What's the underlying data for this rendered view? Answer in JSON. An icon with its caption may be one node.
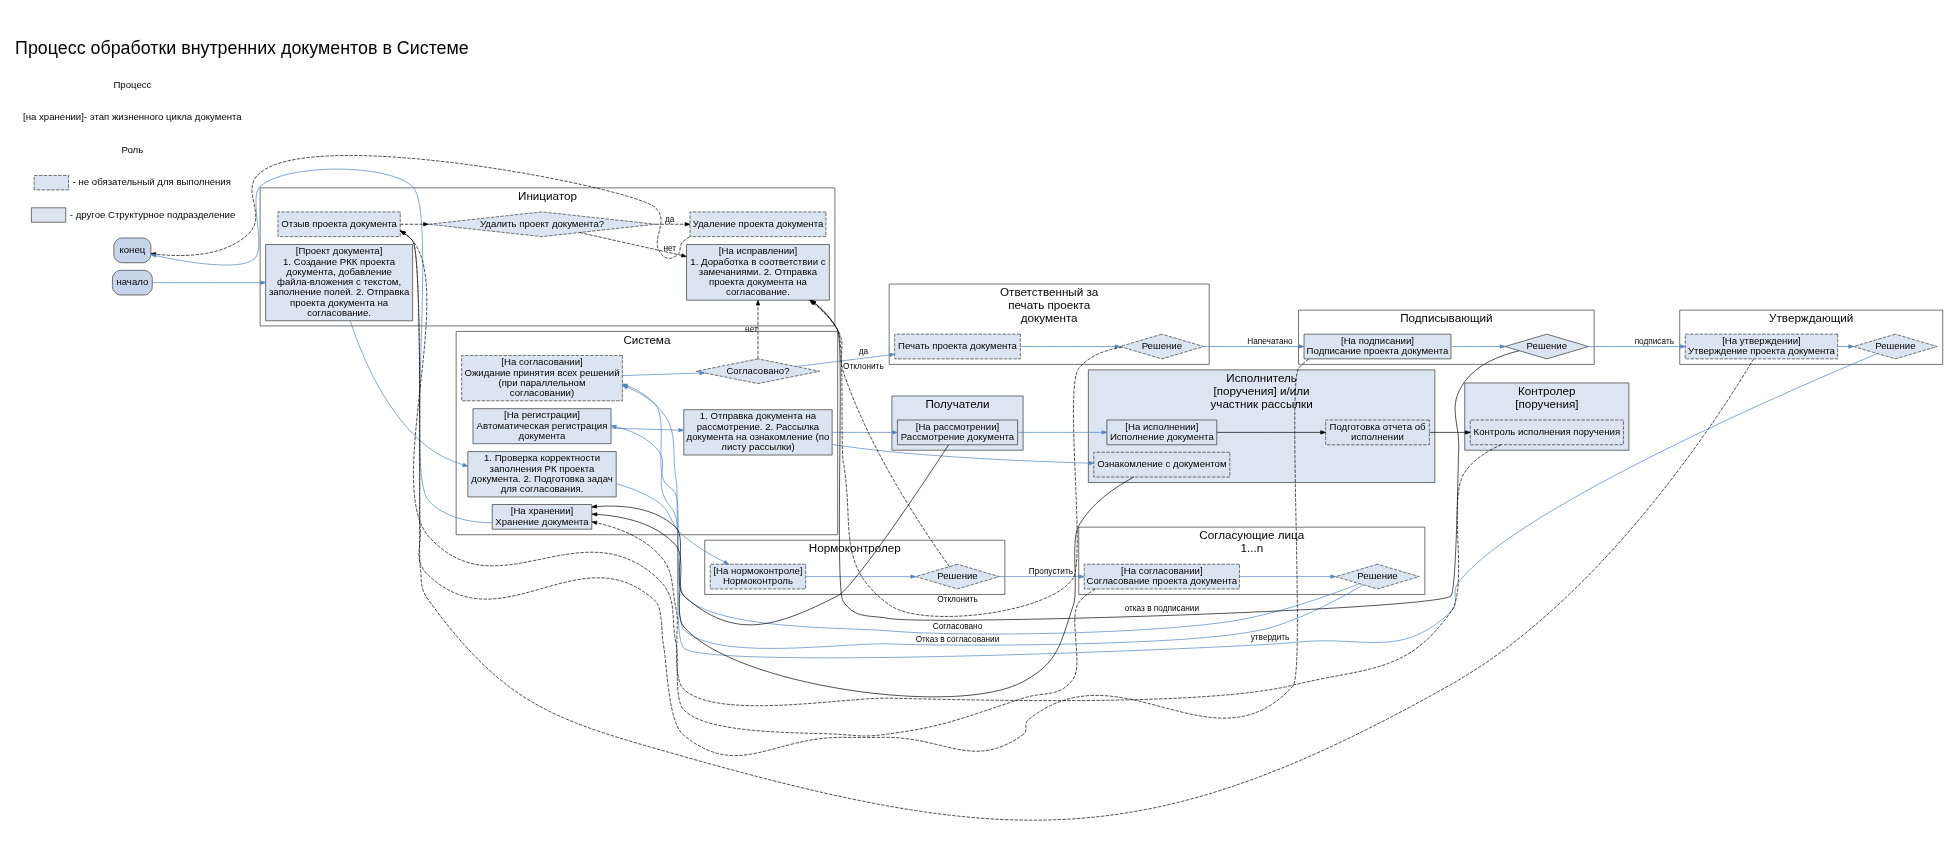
{
  "diagram": {
    "title": "Процесс обработки внутренних документов в Системе",
    "nodes": [
      {
        "text": [
          "Инициатор"
        ]
      },
      {
        "text": [
          "Система"
        ]
      },
      {
        "text": [
          "Нормоконтролер"
        ]
      },
      {
        "text": [
          "Согласующие лица 1...n"
        ]
      },
      {
        "text": [
          "Ответственный за печать проекта документа"
        ]
      },
      {
        "text": [
          "Подписывающий"
        ]
      },
      {
        "text": [
          "Утверждающий"
        ]
      },
      {
        "text": [
          "Получатели"
        ]
      },
      {
        "text": [
          "Исполнитель [поручения] и/или участник рассылки"
        ]
      },
      {
        "text": [
          "Контролер [поручения]"
        ]
      },
      {
        "text": [
          "начало"
        ]
      },
      {
        "text": [
          "конец"
        ]
      },
      {
        "text": [
          "[Проект документа]",
          "1. Создание РКК проекта документа, добавление файла-вложения с текстом, заполнение полей. 2. Отправка проекта документа на согласование."
        ],
        "in": 0
      },
      {
        "text": [
          "[На исправлении]",
          "1. Доработка в соответствии с замечаниями. 2. Отправка проекта документа на согласование."
        ],
        "in": 0
      },
      {
        "text": [
          "Отзыв проекта документа"
        ],
        "in": 0
      },
      {
        "text": [
          "Удалить проект документа?"
        ],
        "in": 0
      },
      {
        "text": [
          "Удаление проекта документа"
        ],
        "in": 0
      },
      {
        "text": [
          "1. Проверка корректности заполнения РК проекта документа. 2. Подготовка задач для согласования."
        ],
        "in": 1
      },
      {
        "text": [
          "[На согласовании]",
          "Ожидание принятия всех решений (при параллельном согласовании)"
        ],
        "in": 1
      },
      {
        "text": [
          "Согласовано?"
        ],
        "in": 1
      },
      {
        "text": [
          "[На регистрации]",
          "Автоматическая регистрация документа"
        ],
        "in": 1
      },
      {
        "text": [
          "1. Отправка документа на рассмотрение. 2. Рассылка документа на ознакомление (по листу рассылки)"
        ],
        "in": 1
      },
      {
        "text": [
          "[На хранении]",
          "Хранение документа"
        ],
        "in": 1
      },
      {
        "text": [
          "[На нормоконтроле]",
          "Нормоконтроль"
        ],
        "in": 2
      },
      {
        "text": [
          "Решение"
        ],
        "in": 2
      },
      {
        "text": [
          "[На согласовании]",
          "Согласование проекта документа"
        ],
        "in": 3
      },
      {
        "text": [
          "Решение"
        ],
        "in": 3
      },
      {
        "text": [
          "Печать проекта документа"
        ],
        "in": 4
      },
      {
        "text": [
          "Решение"
        ],
        "in": 4
      },
      {
        "text": [
          "[На подписании]",
          "Подписание проекта документа"
        ],
        "in": 5
      },
      {
        "text": [
          "Решение"
        ],
        "in": 5
      },
      {
        "text": [
          "[На утверждении]",
          "Утверждение проекта документа"
        ],
        "in": 6
      },
      {
        "text": [
          "Решение"
        ],
        "in": 6
      },
      {
        "text": [
          "[На рассмотрении]",
          "Рассмотрение документа"
        ],
        "in": 7
      },
      {
        "text": [
          "Подготовка отчета об исполнении"
        ],
        "in": 8
      },
      {
        "text": [
          "[На исполнении]",
          "Исполнение документа"
        ],
        "in": 8
      },
      {
        "text": [
          "Ознакомление с документом"
        ],
        "in": 8
      },
      {
        "text": [
          "Контроль исполнения поручения"
        ],
        "in": 9
      }
    ],
    "edges": [
      {
        "from": 10,
        "to": 12,
        "arrow": "to"
      },
      {
        "from": 12,
        "to": 17,
        "arrow": "to"
      },
      {
        "from": 17,
        "to": 23,
        "arrow": "to"
      },
      {
        "from": 23,
        "to": 24,
        "arrow": "to"
      },
      {
        "from": 24,
        "to": 25,
        "arrow": "to",
        "label": "Пропустить"
      },
      {
        "from": 24,
        "to": 13,
        "arrow": "to",
        "label": "Отклонить",
        "style": "dashed",
        "color": "#000000"
      },
      {
        "from": 25,
        "to": 26,
        "arrow": "to"
      },
      {
        "from": 26,
        "to": 18,
        "arrow": "to",
        "label": "Согласовано"
      },
      {
        "from": 26,
        "to": 18,
        "arrow": "to",
        "label": "Отказ в согласовании"
      },
      {
        "from": 25,
        "to": 14,
        "arrow": "to",
        "style": "dashed",
        "color": "#000000"
      },
      {
        "from": 18,
        "to": 19,
        "arrow": "to"
      },
      {
        "from": 19,
        "to": 27,
        "arrow": "to",
        "label": "да"
      },
      {
        "from": 19,
        "to": 13,
        "arrow": "to",
        "label": "нет",
        "style": "dashed",
        "color": "#000000"
      },
      {
        "from": 27,
        "to": 28,
        "arrow": "to"
      },
      {
        "from": 28,
        "to": 29,
        "arrow": "to",
        "label": "Напечатано"
      },
      {
        "from": 28,
        "to": 13,
        "arrow": "to",
        "label": "Отклонить",
        "style": "dashed",
        "color": "#000000"
      },
      {
        "from": 29,
        "to": 30,
        "arrow": "to"
      },
      {
        "from": 30,
        "to": 31,
        "arrow": "to",
        "label": "подписать"
      },
      {
        "from": 30,
        "to": 13,
        "arrow": "to",
        "label": "отказ в подписании",
        "color": "#000000"
      },
      {
        "from": 29,
        "to": 14,
        "arrow": "to",
        "style": "dashed",
        "color": "#000000"
      },
      {
        "from": 31,
        "to": 32,
        "arrow": "to"
      },
      {
        "from": 31,
        "to": 14,
        "arrow": "to",
        "style": "dashed",
        "color": "#000000"
      },
      {
        "from": 32,
        "to": 20,
        "arrow": "to",
        "label": "утвердить"
      },
      {
        "from": 14,
        "to": 15,
        "arrow": "to",
        "style": "dashed",
        "color": "#000000"
      },
      {
        "from": 15,
        "to": 13,
        "arrow": "to",
        "label": "нет",
        "style": "dashed",
        "color": "#000000"
      },
      {
        "from": 15,
        "to": 16,
        "arrow": "to",
        "label": "да",
        "style": "dashed",
        "color": "#000000"
      },
      {
        "from": 16,
        "to": 11,
        "arrow": "to",
        "style": "dashed",
        "color": "#000000"
      },
      {
        "from": 20,
        "to": 21,
        "arrow": "to"
      },
      {
        "from": 21,
        "to": 33,
        "arrow": "to"
      },
      {
        "from": 21,
        "to": 36,
        "arrow": "to"
      },
      {
        "from": 33,
        "to": 35,
        "arrow": "to"
      },
      {
        "from": 35,
        "to": 34,
        "arrow": "to",
        "color": "#000000"
      },
      {
        "from": 34,
        "to": 37,
        "arrow": "to",
        "color": "#000000"
      },
      {
        "from": 33,
        "to": 22,
        "arrow": "to",
        "color": "#000000"
      },
      {
        "from": 36,
        "to": 22,
        "arrow": "to",
        "color": "#000000"
      },
      {
        "from": 37,
        "to": 22,
        "arrow": "to",
        "style": "dashed",
        "color": "#000000"
      },
      {
        "from": 22,
        "to": 11,
        "arrow": "to"
      }
    ],
    "labels": [
      "Процесс",
      "[на хранении]- этап жизненного цикла документа",
      "Роль"
    ],
    "legend": [
      {
        "text": "- не обязательный для выполнения"
      },
      {
        "text": "- другое Структурное подразделение",
        "color": "#dce6f2"
      }
    ]
  }
}
